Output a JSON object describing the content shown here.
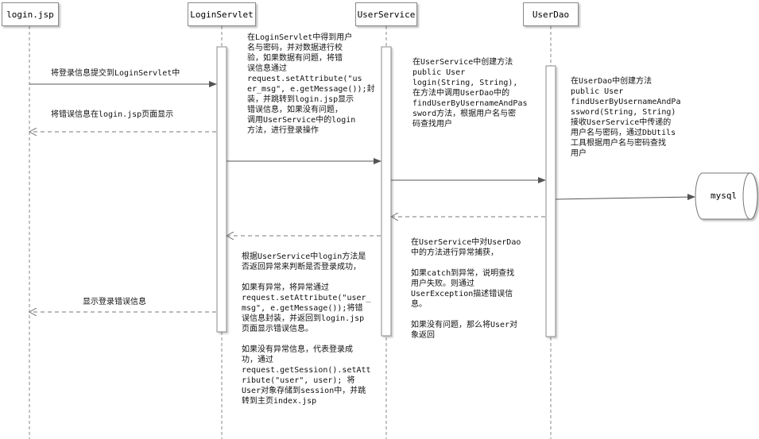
{
  "participants": {
    "login_jsp": "login.jsp",
    "login_servlet": "LoginServlet",
    "user_service": "UserService",
    "user_dao": "UserDao",
    "mysql": "mysql"
  },
  "messages": {
    "submit_login": "将登录信息提交到LoginServlet中",
    "show_error_on_jsp": "将错误信息在login.jsp页面显示",
    "show_login_error": "显示登录错误信息"
  },
  "notes": {
    "servlet_note_1": "在LoginServlet中得到用户\n名与密码，并对数据进行校\n验，如果数据有问题，将错\n误信息通过\nrequest.setAttribute(\"us\ner_msg\", e.getMessage());封\n装，并跳转到login.jsp显示\n错误信息，如果没有问题，\n调用UserService中的login\n方法，进行登录操作",
    "service_note_1": "在UserService中创建方法\npublic User\nlogin(String, String),\n在方法中调用UserDao中的\nfindUserByUsernameAndPas\nsword方法，根据用户名与密\n码查找用户",
    "dao_note": "在UserDao中创建方法\npublic User\nfindUserByUsernameAndPa\nssword(String, String)\n接收UserService中传递的\n用户名与密码，通过DbUtils\n工具根据用户名与密码查找\n用户",
    "service_note_2": "在UserService中对UserDao\n中的方法进行异常捕获，\n\n如果catch到异常，说明查找\n用户失败。则通过\nUserException描述错误信\n息。\n\n如果没有问题，那么将User对\n象返回",
    "servlet_note_2": "根据UserService中login方法是\n否返回异常来判断是否登录成功，\n\n如果有异常，将异常通过\nrequest.setAttribute(\"user_\nmsg\", e.getMessage());将错\n误信息封装，并返回到login.jsp\n页面显示错误信息。\n\n如果没有异常信息，代表登录成\n功，通过\nrequest.getSession().setAtt\nribute(\"user\", user); 将\nUser对象存储到session中，并跳\n转到主页index.jsp"
  },
  "colors": {
    "lifeline": "#8a8a8a",
    "arrow": "#5a5a5a",
    "box_border": "#8a8a8a"
  }
}
